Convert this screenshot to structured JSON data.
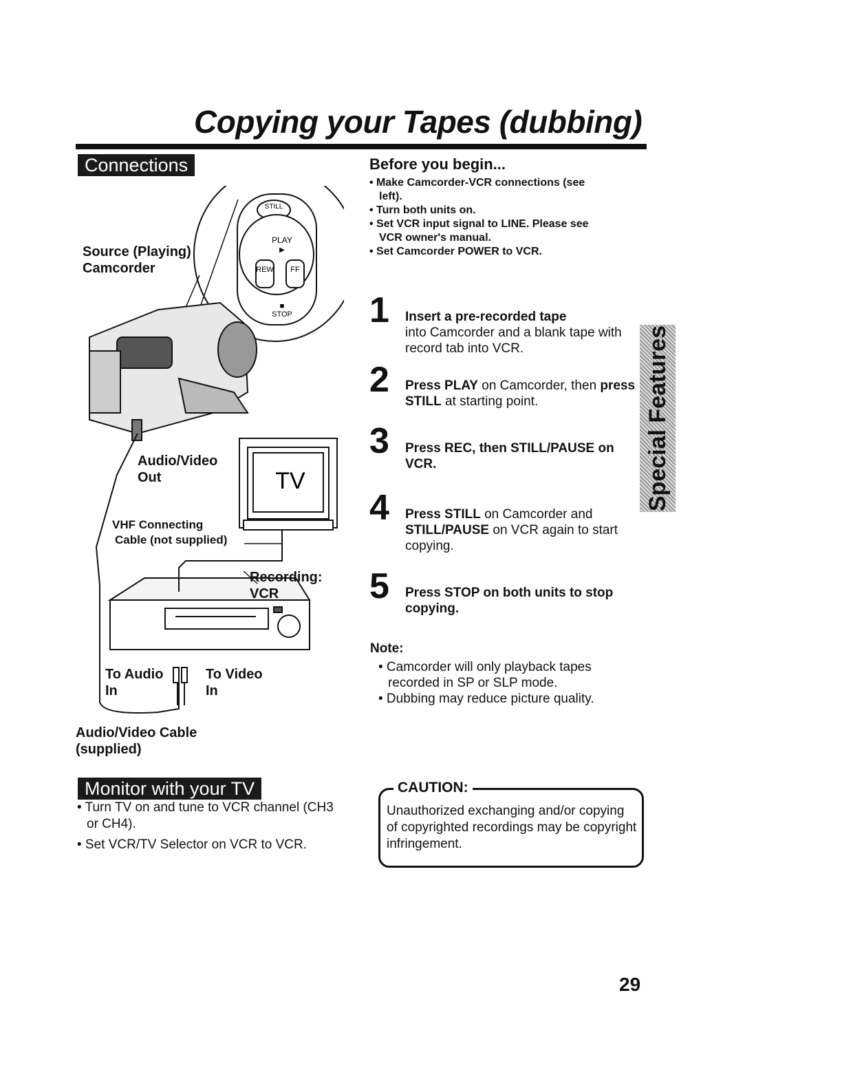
{
  "title": "Copying your Tapes (dubbing)",
  "connections": {
    "label": "Connections",
    "source_line1": "Source (Playing)",
    "source_line2": "Camcorder",
    "av_out_line1": "Audio/Video",
    "av_out_line2": "Out",
    "vhf_line1": "VHF Connecting",
    "vhf_line2": "Cable (not supplied)",
    "recording_line1": "Recording:",
    "recording_line2": "VCR",
    "to_audio_line1": "To Audio",
    "to_audio_line2": "In",
    "to_video_line1": "To Video",
    "to_video_line2": "In",
    "av_cable_line1": "Audio/Video Cable",
    "av_cable_line2": "(supplied)",
    "tv_label": "TV",
    "remote": {
      "still": "STILL",
      "play": "PLAY",
      "rew": "REW",
      "ff": "FF",
      "stop": "STOP"
    }
  },
  "before": {
    "heading": "Before you begin...",
    "items": [
      "• Make Camcorder-VCR connections (see left).",
      "• Turn both units on.",
      "• Set VCR input signal to LINE. Please see VCR owner's manual.",
      "• Set Camcorder POWER to VCR."
    ]
  },
  "steps": [
    {
      "num": "1",
      "bold": "Insert a pre-recorded tape",
      "text": "into Camcorder and a blank tape with record tab into VCR."
    },
    {
      "num": "2",
      "bold": "Press PLAY",
      "text": " on Camcorder, then ",
      "bold2": "press STILL",
      "text2": " at starting point."
    },
    {
      "num": "3",
      "bold": "Press REC, then STILL/PAUSE on VCR.",
      "text": ""
    },
    {
      "num": "4",
      "bold": "Press STILL",
      "text": " on Camcorder and ",
      "bold2": "STILL/PAUSE",
      "text2": " on VCR again to start copying."
    },
    {
      "num": "5",
      "bold": "Press STOP on both units to stop copying.",
      "text": ""
    }
  ],
  "note": {
    "heading": "Note:",
    "items": [
      "• Camcorder will only playback tapes recorded in SP or SLP mode.",
      "• Dubbing may reduce picture quality."
    ]
  },
  "monitor": {
    "label": "Monitor with your TV",
    "items": [
      "• Turn TV on and tune to VCR channel (CH3 or CH4).",
      "• Set VCR/TV Selector on VCR to VCR."
    ]
  },
  "caution": {
    "heading": "CAUTION:",
    "text": "Unauthorized exchanging and/or copying of copyrighted recordings may be copyright infringement."
  },
  "side_tab": "Special Features",
  "page_number": "29"
}
